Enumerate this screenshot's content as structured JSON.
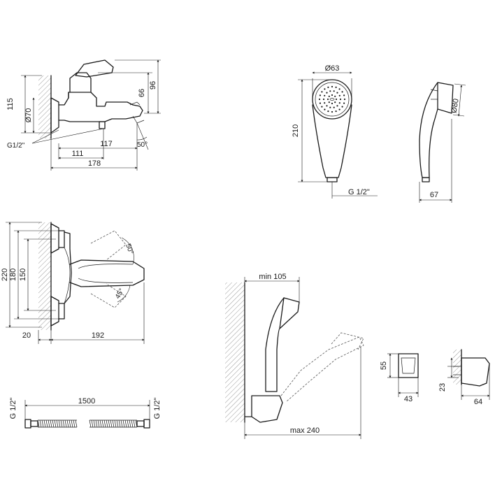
{
  "side_view": {
    "d115": "115",
    "d70": "Ø70",
    "d66": "66",
    "d96": "96",
    "thread": "G1/2\"",
    "d111": "111",
    "d117": "117",
    "d178": "178",
    "angle": "50°"
  },
  "front_view": {
    "d220": "220",
    "d180": "180",
    "d150": "150",
    "d20": "20",
    "d192": "192",
    "a50": "50°",
    "a45": "45°"
  },
  "hand_shower": {
    "d63": "Ø63",
    "d210": "210",
    "thread": "G 1/2\"",
    "d80": "Ø80",
    "d67": "67"
  },
  "hose": {
    "length": "1500",
    "thread_left": "G 1/2\"",
    "thread_right": "G 1/2\""
  },
  "mounting": {
    "min": "min 105",
    "max": "max 240"
  },
  "holder": {
    "d55": "55",
    "d43": "43",
    "d23": "23",
    "d64": "64"
  }
}
